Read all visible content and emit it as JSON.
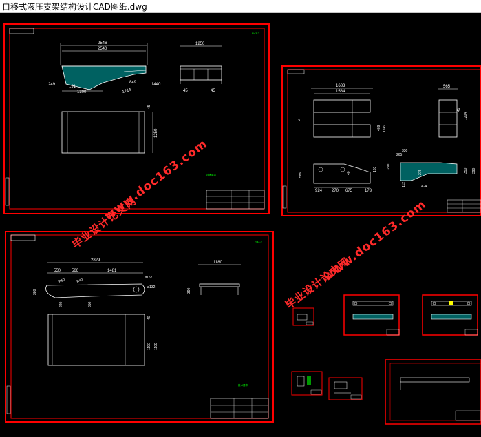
{
  "window": {
    "title": "自移式液压支架结构设计CAD图纸.dwg"
  },
  "sheet1": {
    "dims": [
      "2546",
      "2540",
      "1250",
      "249",
      "1300",
      "191",
      "1214",
      "849",
      "1440",
      "45",
      "45",
      "1250",
      "45"
    ]
  },
  "sheet2": {
    "dims": [
      "1683",
      "1584",
      "565",
      "409",
      "1249",
      "10",
      "45",
      "40",
      "1204",
      "330",
      "290",
      "103",
      "265",
      "586",
      "924",
      "270",
      "675",
      "173",
      "275",
      "350",
      "390",
      "112",
      "A-A"
    ]
  },
  "sheet3": {
    "dims": [
      "2829",
      "550",
      "566",
      "1481",
      "1180",
      "380",
      "R50",
      "R40",
      "ø157",
      "ø132",
      "220",
      "350",
      "390",
      "1190",
      "1109",
      "40"
    ]
  },
  "watermarks": {
    "site": "www.doc163.com",
    "cn": "毕业设计论文网"
  },
  "colors": {
    "frame": "#ff0000",
    "line": "#ffffff",
    "dim": "#ffffff",
    "hatch": "#00c0c0",
    "accent": "#00ff00",
    "watermark": "#ff2a2a"
  }
}
